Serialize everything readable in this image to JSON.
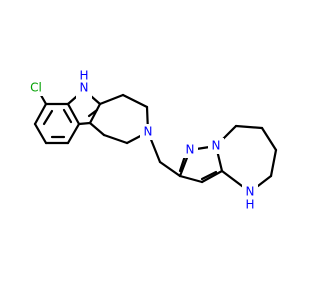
{
  "molecule": {
    "atom_labels": {
      "chlorine": "Cl",
      "indole_nh": "N",
      "indole_nh_h": "H",
      "ring_n": "N",
      "pyrazole_n1": "N",
      "pyrazole_n2": "N",
      "azepine_nh": "N",
      "azepine_nh_h": "H"
    },
    "colors": {
      "bond": "#000000",
      "chlorine": "#00a000",
      "nitrogen": "#0000ff",
      "background": "#ffffff"
    }
  }
}
